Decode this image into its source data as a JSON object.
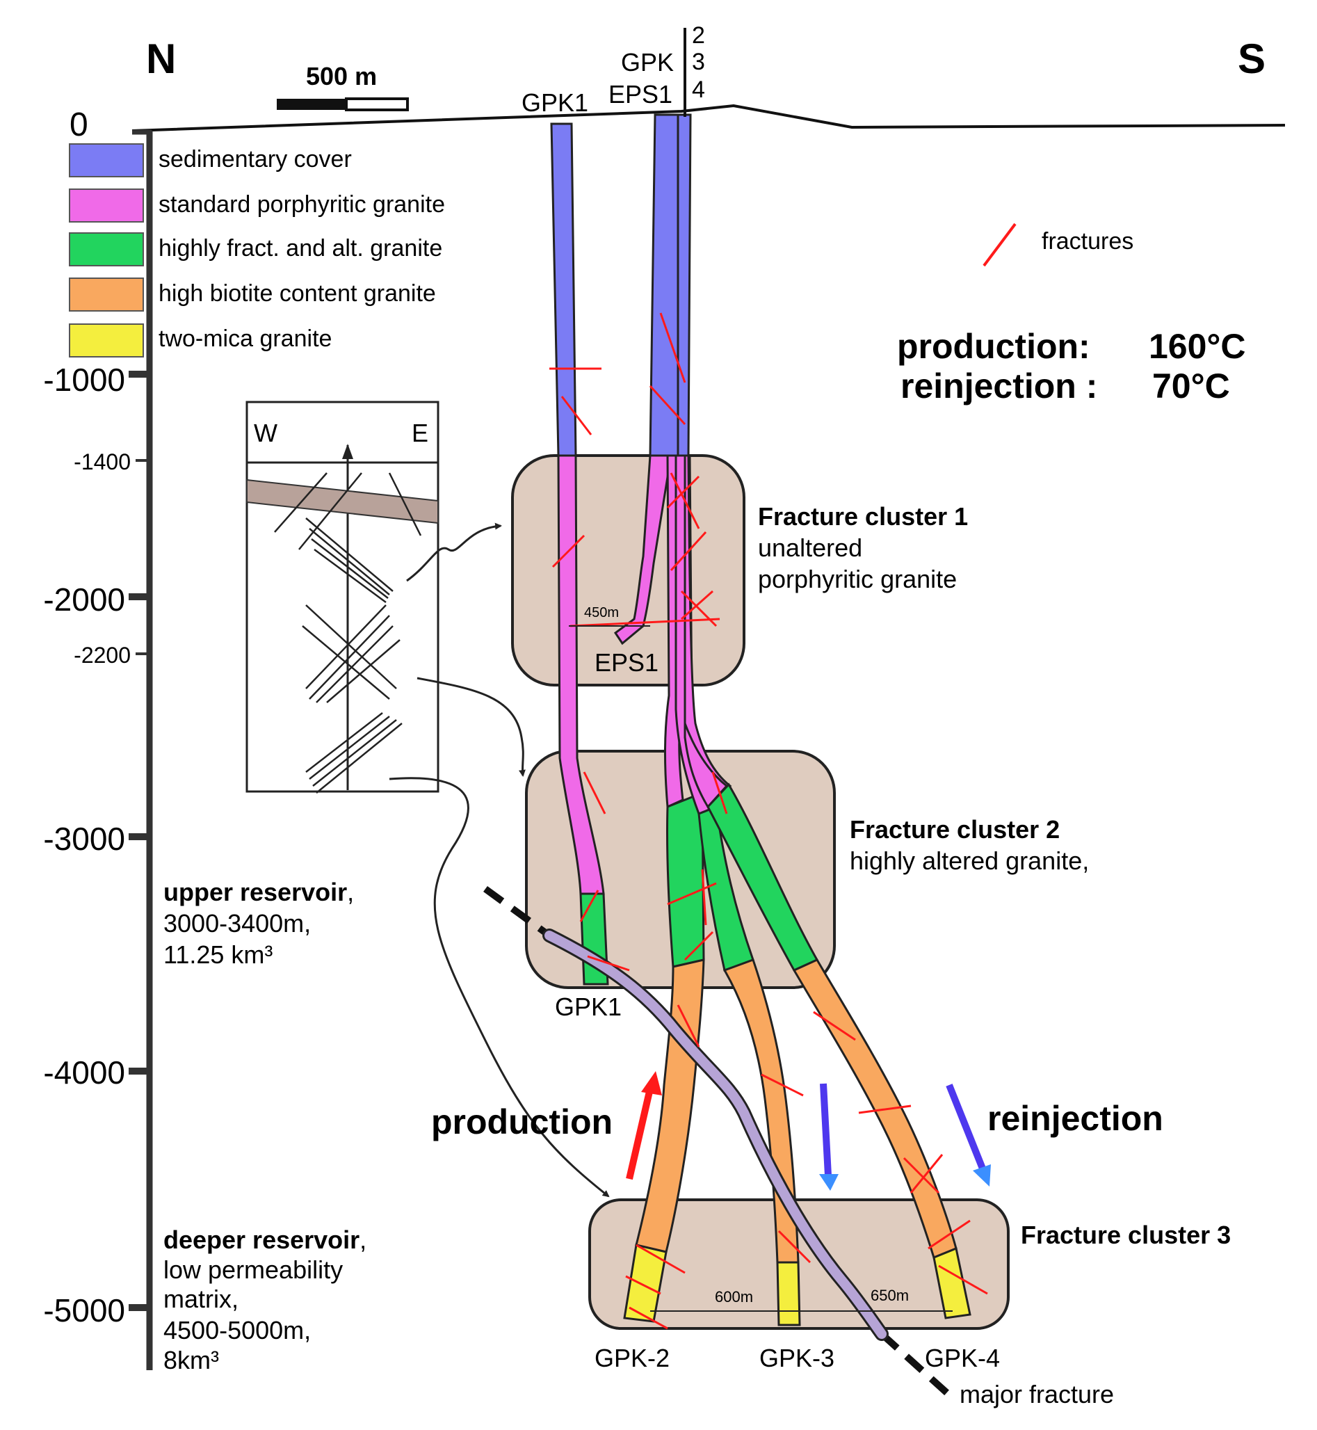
{
  "compass": {
    "north": "N",
    "south": "S"
  },
  "scale_bar": {
    "label": "500 m"
  },
  "depth_axis": {
    "ticks": [
      {
        "label": "0",
        "major": true
      },
      {
        "label": "-1000",
        "major": true
      },
      {
        "label": "-1400",
        "major": false
      },
      {
        "label": "-2000",
        "major": true
      },
      {
        "label": "-2200",
        "major": false
      },
      {
        "label": "-3000",
        "major": true
      },
      {
        "label": "-4000",
        "major": true
      },
      {
        "label": "-5000",
        "major": true
      }
    ]
  },
  "legend": {
    "items": [
      {
        "label": "sedimentary cover",
        "color": "#7b7cf4"
      },
      {
        "label": "standard porphyritic granite",
        "color": "#f06ae8"
      },
      {
        "label": "highly fract. and alt. granite",
        "color": "#22d45e"
      },
      {
        "label": "high biotite content granite",
        "color": "#f9a85f"
      },
      {
        "label": "two-mica granite",
        "color": "#f4ee3e"
      }
    ],
    "fractures_label": "fractures"
  },
  "temperatures": {
    "production_label": "production:",
    "production_value": "160°C",
    "reinjection_label": "reinjection :",
    "reinjection_value": "70°C",
    "production_color": "#ff1a1a",
    "reinjection_color": "#5a35e8"
  },
  "wells": {
    "top_gpk1": "GPK1",
    "top_gpk": "GPK",
    "top_eps1": "EPS1",
    "top_numbers": [
      "2",
      "3",
      "4"
    ],
    "eps1_bottom": "EPS1",
    "eps1_distance": "450m",
    "gpk1_bottom": "GPK1",
    "gpk2": "GPK-2",
    "gpk3": "GPK-3",
    "gpk4": "GPK-4",
    "dist_23": "600m",
    "dist_34": "650m"
  },
  "inset": {
    "west": "W",
    "east": "E"
  },
  "clusters": [
    {
      "title": "Fracture cluster 1",
      "line1": "unaltered",
      "line2": "porphyritic granite"
    },
    {
      "title": "Fracture cluster 2",
      "line1": "highly altered granite,"
    },
    {
      "title": "Fracture cluster 3"
    }
  ],
  "reservoirs": {
    "upper_title": "upper reservoir",
    "upper_comma": ",",
    "upper_line1": "3000-3400m,",
    "upper_line2": "11.25 km³",
    "deeper_title": "deeper reservoir",
    "deeper_comma": ",",
    "deeper_line1": "low permeability",
    "deeper_line2": "matrix,",
    "deeper_line3": "4500-5000m,",
    "deeper_line4": "8km³"
  },
  "flow": {
    "production": "production",
    "reinjection": "reinjection"
  },
  "major_fracture": "major fracture"
}
